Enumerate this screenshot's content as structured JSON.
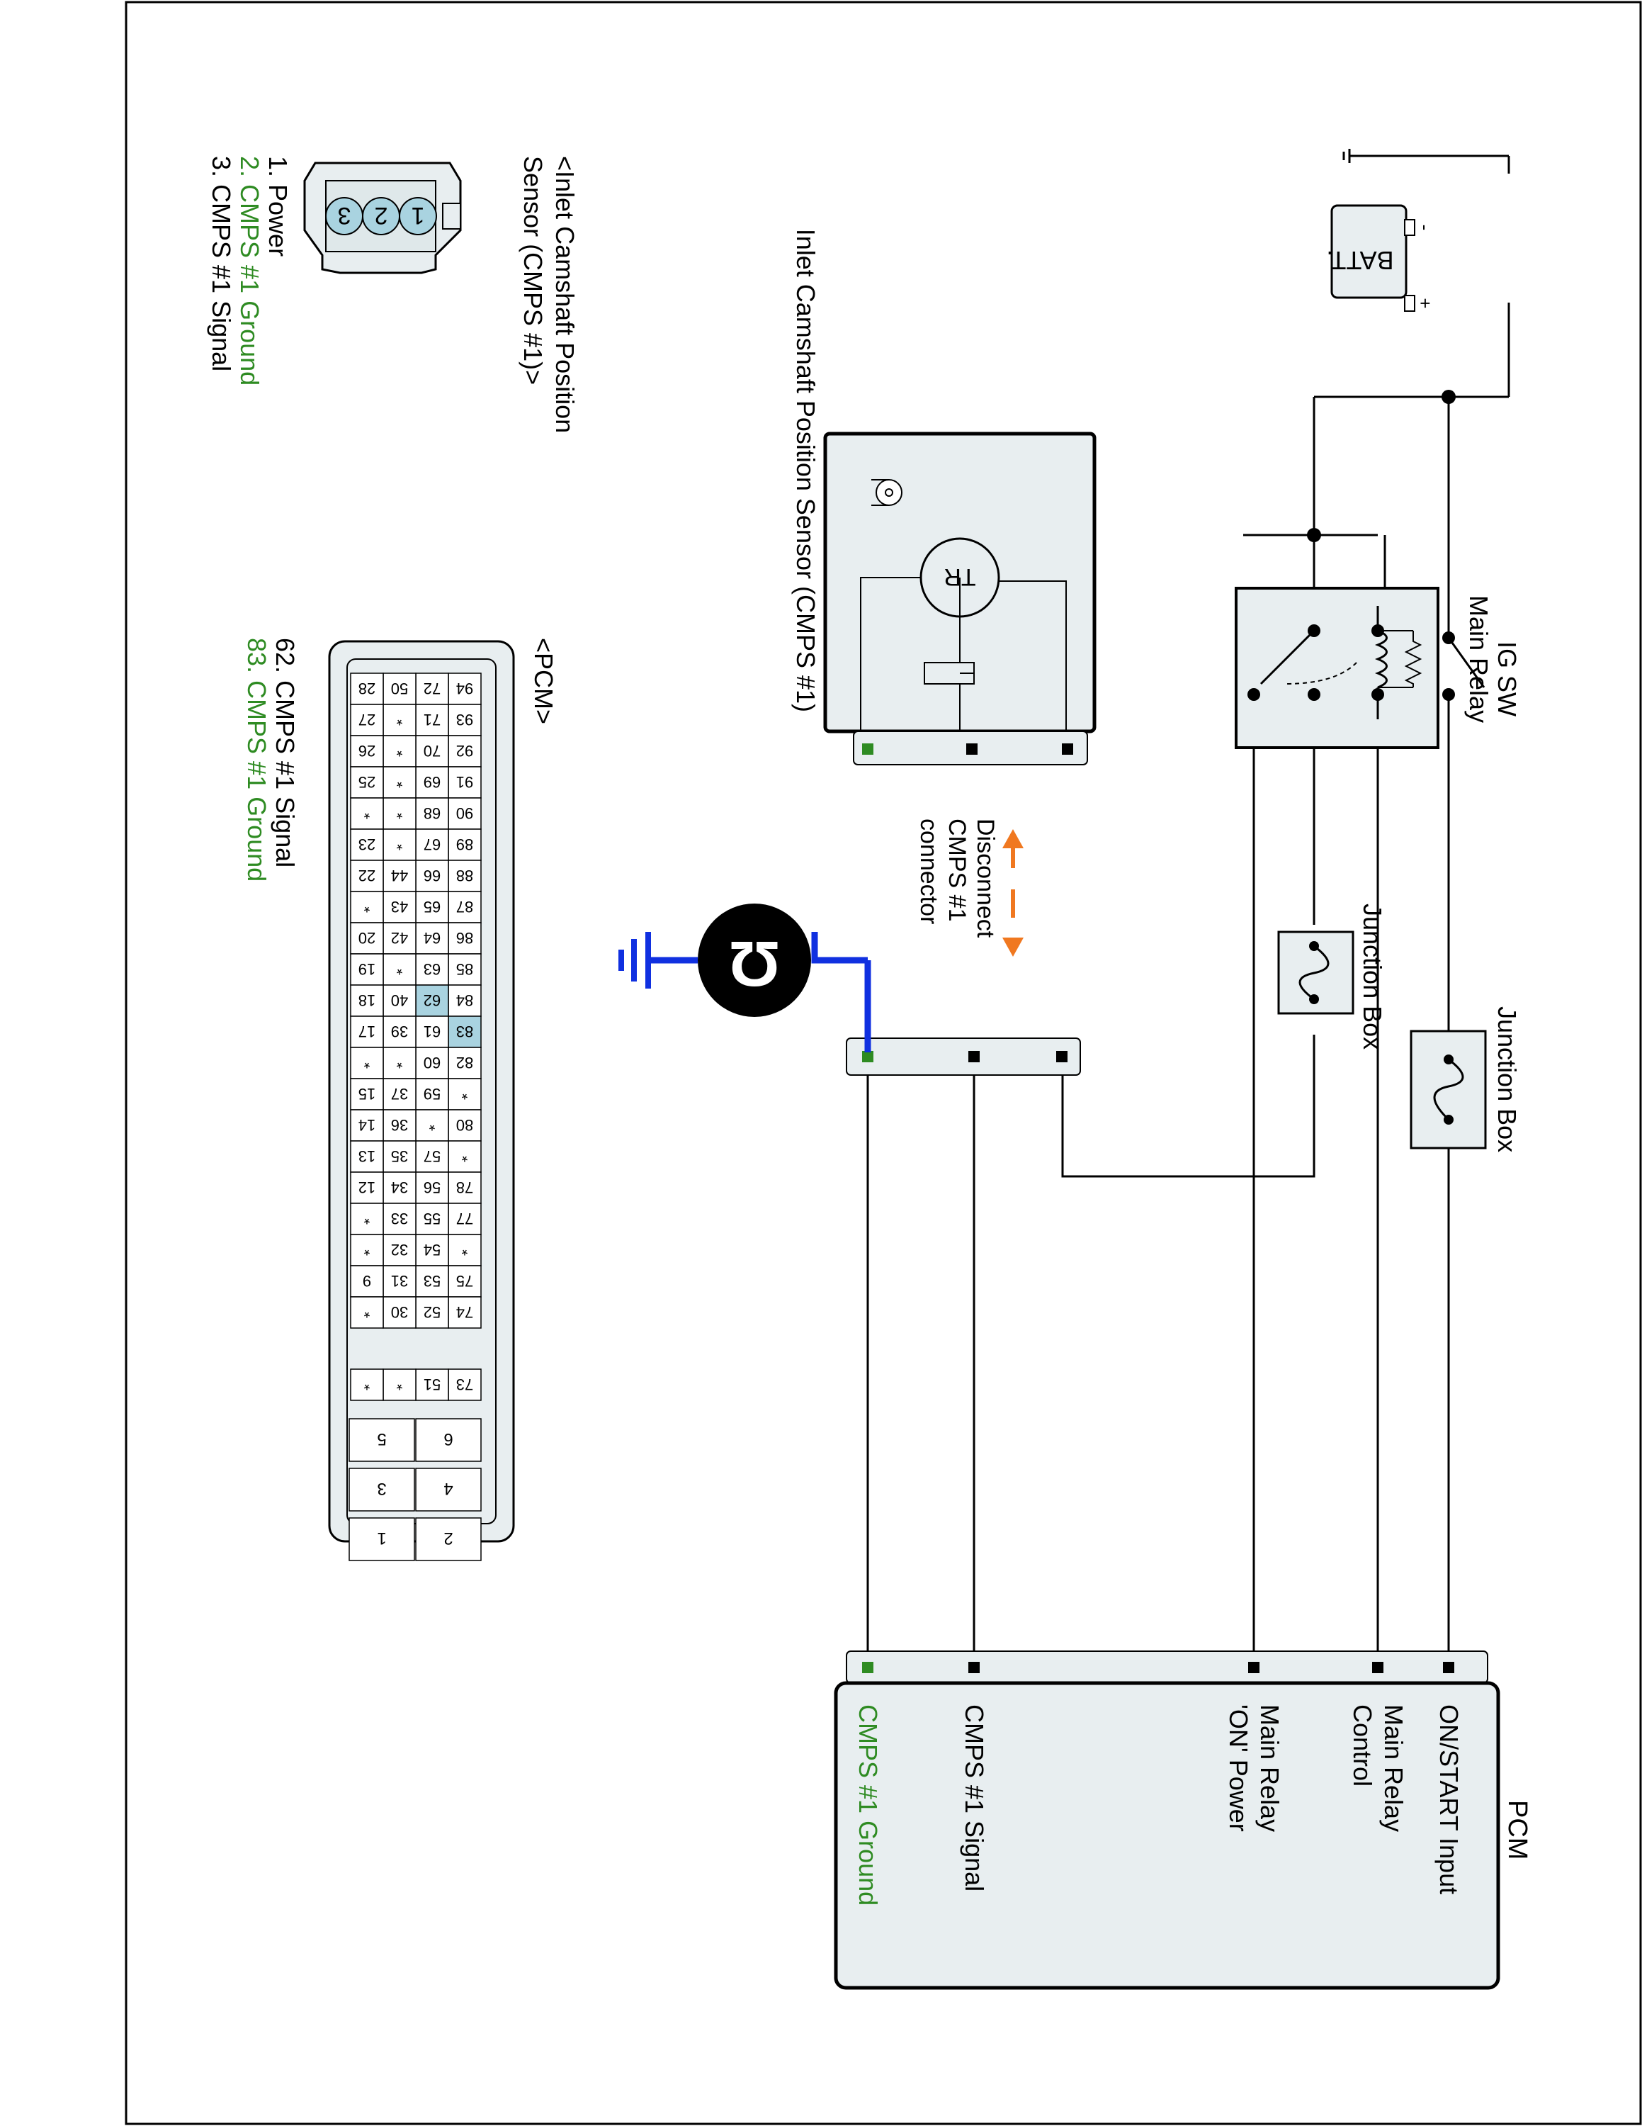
{
  "battery": {
    "label": "BATT.",
    "minus": "-",
    "plus": "+"
  },
  "ig_switch": {
    "label": "IG SW"
  },
  "main_relay": {
    "label": "Main Relay"
  },
  "junction_box_1": {
    "label": "Junction Box"
  },
  "junction_box_2": {
    "label": "Junction Box"
  },
  "sensor": {
    "label": "Inlet Camshaft Position Sensor (CMPS #1)",
    "tr_label": "TR"
  },
  "disconnect": {
    "lines": [
      "Disconnect",
      "CMPS #1",
      "connector"
    ]
  },
  "ohmmeter": {
    "symbol": "Ω"
  },
  "pcm": {
    "title": "PCM",
    "pins": [
      {
        "label": [
          "ON/START Input"
        ],
        "color": "#000000"
      },
      {
        "label": [
          "Main Relay",
          "Control"
        ],
        "color": "#000000"
      },
      {
        "label": [
          "Main Relay",
          "'ON' Power"
        ],
        "color": "#000000"
      },
      {
        "label": [
          "CMPS #1 Signal"
        ],
        "color": "#000000"
      },
      {
        "label": [
          "CMPS #1 Ground"
        ],
        "color": "#2e8b22"
      }
    ]
  },
  "sensor_connector": {
    "title_lines": [
      "<Inlet Camshaft Position",
      "Sensor (CMPS #1)>"
    ],
    "pin_numbers": [
      "3",
      "2",
      "1"
    ],
    "pins": [
      {
        "text": "1. Power",
        "color": "#000000"
      },
      {
        "text": "2. CMPS #1 Ground",
        "color": "#2e8b22"
      },
      {
        "text": "3. CMPS #1 Signal",
        "color": "#000000"
      }
    ]
  },
  "pcm_connector": {
    "title": "<PCM>",
    "rows": [
      [
        "94",
        "93",
        "92",
        "91",
        "90",
        "89",
        "88",
        "87",
        "86",
        "85",
        "84",
        "83",
        "82",
        "*",
        "80",
        "*",
        "78",
        "77",
        "*",
        "75",
        "74",
        "",
        "73"
      ],
      [
        "72",
        "71",
        "70",
        "69",
        "68",
        "67",
        "66",
        "65",
        "64",
        "63",
        "62",
        "61",
        "60",
        "59",
        "*",
        "57",
        "56",
        "55",
        "54",
        "53",
        "52",
        "",
        "51"
      ],
      [
        "50",
        "*",
        "*",
        "*",
        "*",
        "*",
        "44",
        "43",
        "42",
        "*",
        "40",
        "39",
        "*",
        "37",
        "36",
        "35",
        "34",
        "33",
        "32",
        "31",
        "30",
        "",
        "*"
      ],
      [
        "28",
        "27",
        "26",
        "25",
        "*",
        "23",
        "22",
        "*",
        "20",
        "19",
        "18",
        "17",
        "*",
        "15",
        "14",
        "13",
        "12",
        "*",
        "*",
        "9",
        "*",
        "",
        "*"
      ]
    ],
    "power_pins": [
      [
        "6",
        "5"
      ],
      [
        "4",
        "3"
      ],
      [
        "2",
        "1"
      ]
    ],
    "highlight": [
      "62",
      "83"
    ],
    "highlight_color": "#a9d3e0",
    "pins": [
      {
        "text": "62. CMPS #1 Signal",
        "color": "#000000"
      },
      {
        "text": "83. CMPS #1 Ground",
        "color": "#2e8b22"
      }
    ]
  },
  "colors": {
    "ground_green": "#2e8b22",
    "meter_lead": "#1030e0",
    "arrow": "#f07820",
    "panel": "#e8eef0"
  }
}
